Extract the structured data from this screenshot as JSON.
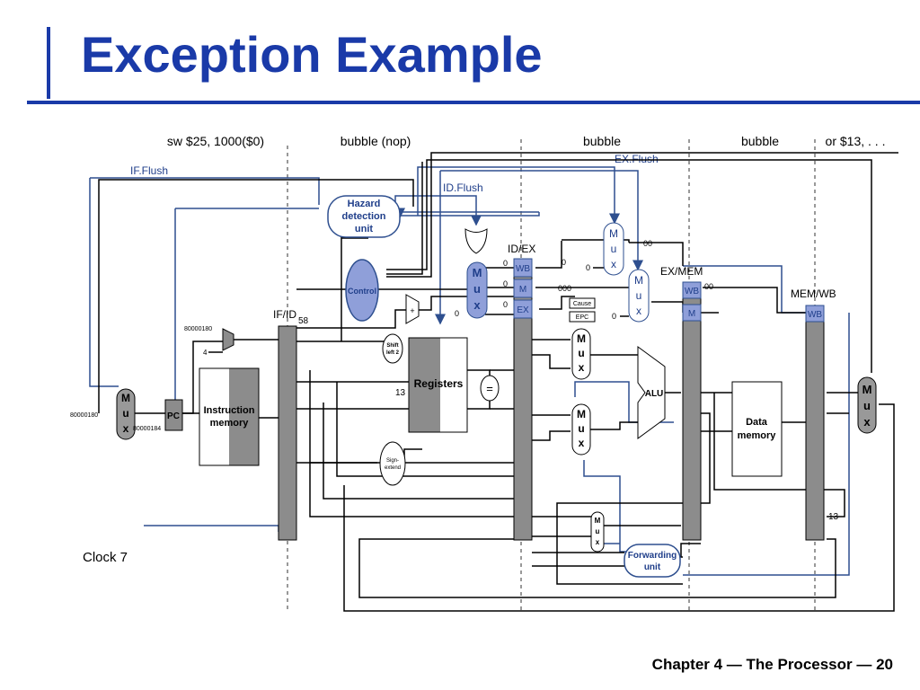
{
  "slide": {
    "title": "Exception Example",
    "footer": "Chapter 4 — The Processor — 20"
  },
  "diagram": {
    "stage_instructions": [
      "sw $25, 1000($0)",
      "bubble (nop)",
      "bubble",
      "bubble",
      "or $13, . . ."
    ],
    "flush_labels": {
      "if_flush": "IF.Flush",
      "id_flush": "ID.Flush",
      "ex_flush": "EX.Flush"
    },
    "units": {
      "hazard": [
        "Hazard",
        "detection",
        "unit"
      ],
      "control": "Control",
      "registers": "Registers",
      "instruction_memory": [
        "Instruction",
        "memory"
      ],
      "data_memory": [
        "Data",
        "memory"
      ],
      "alu": "ALU",
      "forwarding": [
        "Forwarding",
        "unit"
      ],
      "pc": "PC",
      "shift": [
        "Shift",
        "left 2"
      ],
      "sign_extend": [
        "Sign-",
        "extend"
      ],
      "equals": "=",
      "cause": "Cause",
      "epc": "EPC",
      "adder_plus": "+"
    },
    "pipeline_registers": {
      "if_id": "IF/ID",
      "id_ex": "ID/EX",
      "ex_mem": "EX/MEM",
      "mem_wb": "MEM/WB"
    },
    "control_fields": {
      "wb": "WB",
      "m": "M",
      "ex": "EX"
    },
    "mux_letters": [
      "M",
      "u",
      "x"
    ],
    "values": {
      "addr_80000180_a": "80000180",
      "addr_80000180_b": "80000180",
      "addr_80000184": "80000184",
      "four": "4",
      "n58": "58",
      "n13_reg": "13",
      "n13_wb": "13",
      "zero": "0",
      "zz": "00",
      "zzz": "000"
    },
    "clock_label": "Clock 7"
  },
  "colors": {
    "title_blue": "#1a3aa8",
    "unit_fill": "#8f9fd9",
    "pipe_gray": "#8c8c8c",
    "mux_gray": "#999999"
  }
}
